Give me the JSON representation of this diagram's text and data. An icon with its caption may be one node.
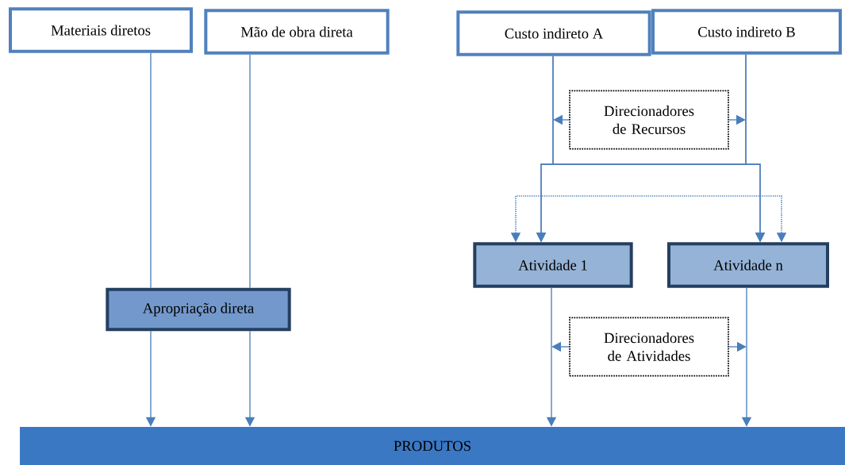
{
  "diagram": {
    "nodes": [
      {
        "text": [
          "Materiais diretos"
        ]
      },
      {
        "text": [
          "Mão de obra direta"
        ]
      },
      {
        "text": [
          "Custo indireto A"
        ]
      },
      {
        "text": [
          "Custo indireto B"
        ]
      },
      {
        "text": [
          "Direcionadores de Recursos"
        ]
      },
      {
        "text": [
          "Atividade 1"
        ]
      },
      {
        "text": [
          "Atividade n"
        ]
      },
      {
        "text": [
          "Apropriação direta"
        ]
      },
      {
        "text": [
          "Direcionadores de Atividades"
        ]
      },
      {
        "text": [
          "PRODUTOS"
        ]
      }
    ],
    "edges": [
      {
        "from": 0,
        "to": 7,
        "arrow": "none"
      },
      {
        "from": 1,
        "to": 7,
        "arrow": "none"
      },
      {
        "from": 7,
        "to": 9,
        "arrow": "to"
      },
      {
        "from": 7,
        "to": 9,
        "arrow": "to"
      },
      {
        "from": 2,
        "to": 5,
        "arrow": "to"
      },
      {
        "from": 2,
        "to": 6,
        "arrow": "to"
      },
      {
        "from": 3,
        "to": 5,
        "arrow": "to"
      },
      {
        "from": 3,
        "to": 6,
        "arrow": "to"
      },
      {
        "from": 5,
        "to": 6,
        "arrow": "both",
        "style": "dashed"
      },
      {
        "from": 4,
        "to": null,
        "arrow": "to"
      },
      {
        "from": 4,
        "to": null,
        "arrow": "to"
      },
      {
        "from": 5,
        "to": 9,
        "arrow": "to"
      },
      {
        "from": 6,
        "to": 9,
        "arrow": "to"
      },
      {
        "from": 8,
        "to": null,
        "arrow": "to"
      },
      {
        "from": 8,
        "to": null,
        "arrow": "to"
      }
    ]
  }
}
